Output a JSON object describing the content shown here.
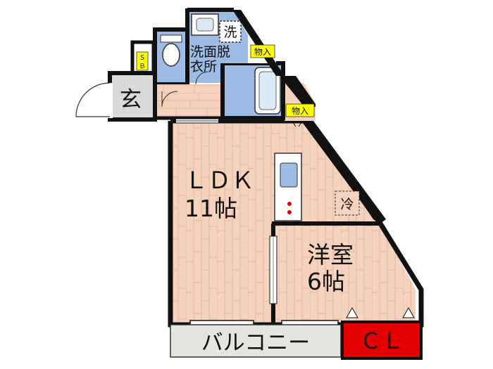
{
  "rooms": {
    "ldk": {
      "name": "ＬＤＫ",
      "size": "11帖"
    },
    "western": {
      "name": "洋室",
      "size": "6帖"
    },
    "washroom": {
      "line1": "洗面脱",
      "line2": "衣所"
    },
    "entrance": "玄",
    "balcony": "バルコニー",
    "closet": "ＣＬ"
  },
  "labels": {
    "storage_upper": "物入",
    "storage_lower": "物入",
    "washer": "洗",
    "fridge": "冷",
    "shoebox_top": "Ｓ",
    "shoebox_bottom": "Ｂ"
  },
  "colors": {
    "wood_floor": "#f6d3bf",
    "wood_line": "#e4b79c",
    "wet_area": "#9dbbe4",
    "tile_floor": "#d9d9d9",
    "wall": "#111111",
    "closet_red": "#e30000",
    "balcony": "#e6e4de",
    "tag_yellow": "#ffff00"
  }
}
